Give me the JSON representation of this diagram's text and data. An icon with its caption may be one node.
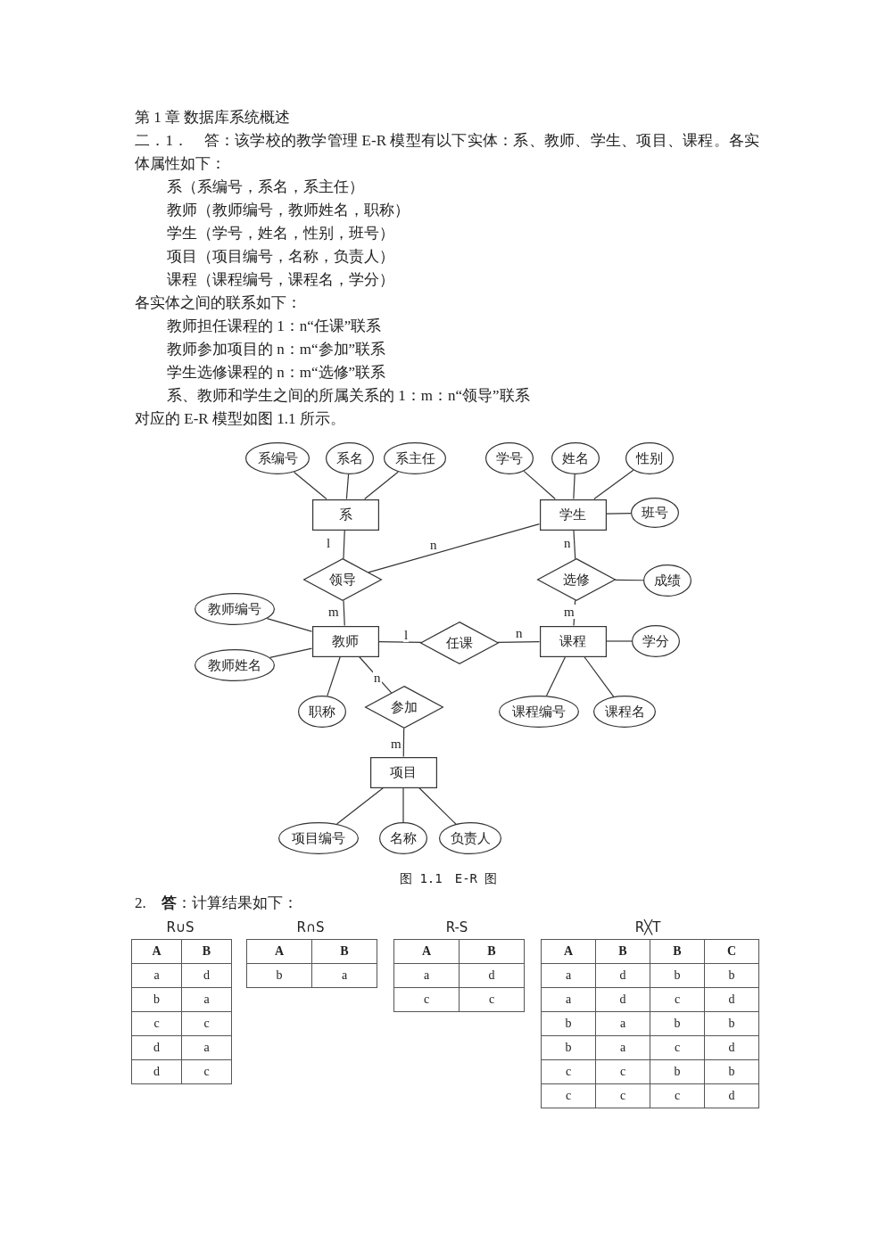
{
  "diagram": {
    "title": "第 1 章  数据库系统概述",
    "caption": "图 1.1　E-R 图",
    "nodes": [
      {
        "text": [
          "系编号"
        ]
      },
      {
        "text": [
          "系名"
        ]
      },
      {
        "text": [
          "系主任"
        ]
      },
      {
        "text": [
          "学号"
        ]
      },
      {
        "text": [
          "姓名"
        ]
      },
      {
        "text": [
          "性别"
        ]
      },
      {
        "text": [
          "系"
        ]
      },
      {
        "text": [
          "学生"
        ]
      },
      {
        "text": [
          "班号"
        ]
      },
      {
        "text": [
          "领导"
        ]
      },
      {
        "text": [
          "选修"
        ]
      },
      {
        "text": [
          "成绩"
        ]
      },
      {
        "text": [
          "教师编号"
        ]
      },
      {
        "text": [
          "教师"
        ]
      },
      {
        "text": [
          "任课"
        ]
      },
      {
        "text": [
          "课程"
        ]
      },
      {
        "text": [
          "学分"
        ]
      },
      {
        "text": [
          "教师姓名"
        ]
      },
      {
        "text": [
          "职称"
        ]
      },
      {
        "text": [
          "参加"
        ]
      },
      {
        "text": [
          "课程编号"
        ]
      },
      {
        "text": [
          "课程名"
        ]
      },
      {
        "text": [
          "项目"
        ]
      },
      {
        "text": [
          "项目编号"
        ]
      },
      {
        "text": [
          "名称"
        ]
      },
      {
        "text": [
          "负责人"
        ]
      }
    ],
    "edges": [
      {
        "from": 0,
        "to": 6,
        "arrow": "none"
      },
      {
        "from": 1,
        "to": 6,
        "arrow": "none"
      },
      {
        "from": 2,
        "to": 6,
        "arrow": "none"
      },
      {
        "from": 3,
        "to": 7,
        "arrow": "none"
      },
      {
        "from": 4,
        "to": 7,
        "arrow": "none"
      },
      {
        "from": 5,
        "to": 7,
        "arrow": "none"
      },
      {
        "from": 7,
        "to": 8,
        "arrow": "none"
      },
      {
        "from": 6,
        "to": 9,
        "arrow": "none",
        "label": "l"
      },
      {
        "from": 9,
        "to": 7,
        "arrow": "none",
        "label": "n"
      },
      {
        "from": 7,
        "to": 10,
        "arrow": "none",
        "label": "n"
      },
      {
        "from": 10,
        "to": 11,
        "arrow": "none"
      },
      {
        "from": 9,
        "to": 13,
        "arrow": "none",
        "label": "m"
      },
      {
        "from": 10,
        "to": 15,
        "arrow": "none",
        "label": "m"
      },
      {
        "from": 12,
        "to": 13,
        "arrow": "none"
      },
      {
        "from": 13,
        "to": 14,
        "arrow": "none",
        "label": "l"
      },
      {
        "from": 14,
        "to": 15,
        "arrow": "none",
        "label": "n"
      },
      {
        "from": 15,
        "to": 16,
        "arrow": "none"
      },
      {
        "from": 17,
        "to": 13,
        "arrow": "none"
      },
      {
        "from": 13,
        "to": 18,
        "arrow": "none"
      },
      {
        "from": 13,
        "to": 19,
        "arrow": "none",
        "label": "n"
      },
      {
        "from": 15,
        "to": 20,
        "arrow": "none"
      },
      {
        "from": 15,
        "to": 21,
        "arrow": "none"
      },
      {
        "from": 19,
        "to": 22,
        "arrow": "none",
        "label": "m"
      },
      {
        "from": 22,
        "to": 23,
        "arrow": "none"
      },
      {
        "from": 22,
        "to": 24,
        "arrow": "none"
      },
      {
        "from": 22,
        "to": 25,
        "arrow": "none"
      }
    ],
    "labels": [
      "二．1．　答：该学校的教学管理 E-R 模型有以下实体：系、教师、学生、项目、课程。各实体属性如下：",
      "系（系编号，系名，系主任）",
      "教师（教师编号，教师姓名，职称）",
      "学生（学号，姓名，性别，班号）",
      "项目（项目编号，名称，负责人）",
      "课程（课程编号，课程名，学分）",
      "各实体之间的联系如下：",
      "教师担任课程的 1：n“任课”联系",
      "教师参加项目的 n：m“参加”联系",
      "学生选修课程的 n：m“选修”联系",
      "系、教师和学生之间的所属关系的 1：m：n“领导”联系",
      "对应的 E-R 模型如图 1.1 所示。",
      "2.　**答**：计算结果如下：",
      "R∪S",
      "R∩S",
      "R-S",
      "R╳T",
      "A",
      "B",
      "a",
      "d",
      "b",
      "a",
      "c",
      "c",
      "d",
      "a",
      "d",
      "c",
      "A",
      "B",
      "b",
      "a",
      "A",
      "B",
      "a",
      "d",
      "c",
      "c",
      "A",
      "B",
      "B",
      "C",
      "a",
      "d",
      "b",
      "b",
      "a",
      "d",
      "c",
      "d",
      "b",
      "a",
      "b",
      "b",
      "b",
      "a",
      "c",
      "d",
      "c",
      "c",
      "b",
      "b",
      "c",
      "c",
      "c",
      "d"
    ]
  }
}
